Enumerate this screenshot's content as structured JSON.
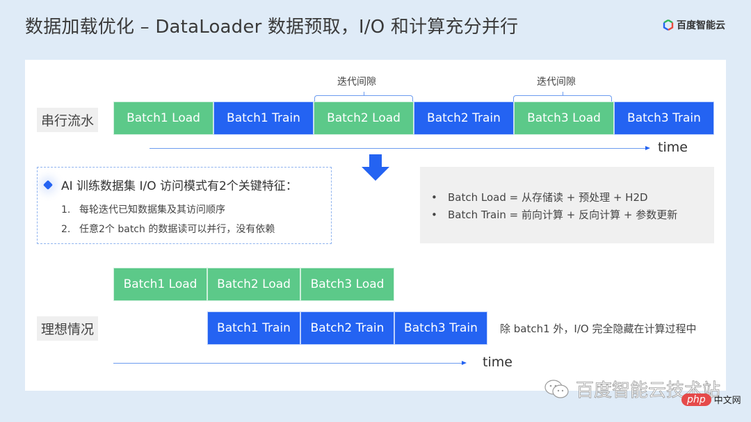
{
  "header": {
    "title": "数据加载优化 – DataLoader 数据预取，I/O 和计算充分并行",
    "brand": "百度智能云",
    "brand_icon": "baidu-cloud-logo-icon"
  },
  "serial": {
    "label": "串行流水",
    "blocks": [
      {
        "text": "Batch1 Load",
        "kind": "load"
      },
      {
        "text": "Batch1 Train",
        "kind": "train"
      },
      {
        "text": "Batch2 Load",
        "kind": "load"
      },
      {
        "text": "Batch2 Train",
        "kind": "train"
      },
      {
        "text": "Batch3 Load",
        "kind": "load"
      },
      {
        "text": "Batch3 Train",
        "kind": "train"
      }
    ],
    "gap_labels": [
      "迭代间隙",
      "迭代间隙"
    ],
    "axis_label": "time"
  },
  "features": {
    "heading": "AI 训练数据集 I/O 访问模式有2个关键特征：",
    "items": [
      {
        "num": "1.",
        "text": "每轮迭代已知数据集及其访问顺序"
      },
      {
        "num": "2.",
        "text": "任意2个 batch 的数据读可以并行，没有依赖"
      }
    ]
  },
  "definitions": [
    {
      "bullet": "•",
      "text": "Batch Load = 从存储读 + 预处理 + H2D"
    },
    {
      "bullet": "•",
      "text": "Batch Train = 前向计算 + 反向计算 + 参数更新"
    }
  ],
  "ideal": {
    "label": "理想情况",
    "load_blocks": [
      "Batch1 Load",
      "Batch2 Load",
      "Batch3 Load"
    ],
    "train_blocks": [
      "Batch1 Train",
      "Batch2 Train",
      "Batch3 Train"
    ],
    "note": "除 batch1 外，I/O 完全隐藏在计算过程中",
    "axis_label": "time"
  },
  "colors": {
    "load": "#5cc989",
    "train": "#2463f2",
    "background": "#dfebf7"
  },
  "watermark": {
    "text": "百度智能云技术站",
    "badge": "php",
    "badge_suffix": "中文网"
  }
}
